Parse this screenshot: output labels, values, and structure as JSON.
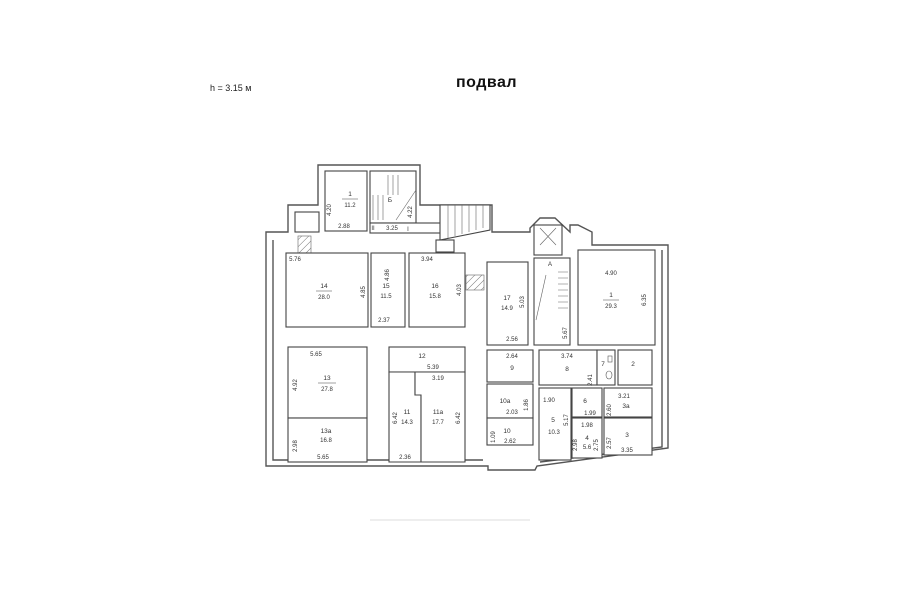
{
  "header": {
    "height_label": "h = 3.15 м",
    "title": "подвал"
  },
  "rooms": {
    "r1_top": {
      "num": "1",
      "area": "11.2",
      "d1": "4.20",
      "d2": "2.88"
    },
    "stair_b": {
      "label": "Б",
      "d1": "4.22"
    },
    "corridor": {
      "label": "I",
      "label2": "II",
      "d1": "3.25"
    },
    "r14": {
      "num": "14",
      "area": "28.0",
      "d1": "5.76",
      "d2": "4.85"
    },
    "r15": {
      "num": "15",
      "area": "11.5",
      "d1": "4.86",
      "d2": "2.37"
    },
    "r16": {
      "num": "16",
      "area": "15.8",
      "d1": "3.94",
      "d2": "4.03"
    },
    "r17": {
      "num": "17",
      "area": "14.9",
      "d1": "5.03",
      "d2": "2.56"
    },
    "stair_a": {
      "label": "A",
      "d1": "5.67"
    },
    "r1": {
      "num": "1",
      "area": "29.3",
      "d1": "4.90",
      "d2": "6.35"
    },
    "r13": {
      "num": "13",
      "area": "27.8",
      "d1": "5.65",
      "d2": "4.92"
    },
    "r13a": {
      "num": "13а",
      "area": "16.8",
      "d1": "2.98",
      "d2": "5.65"
    },
    "r12": {
      "num": "12",
      "d1": "5.39"
    },
    "r11": {
      "num": "11",
      "area": "14.3",
      "d1": "6.42",
      "d2": "2.36"
    },
    "r11a": {
      "num": "11а",
      "area": "17.7",
      "d1": "3.19",
      "d2": "6.42"
    },
    "r9": {
      "num": "9",
      "d1": "2.64"
    },
    "r10a": {
      "num": "10а",
      "d1": "2.03",
      "d2": "1.86"
    },
    "r10": {
      "num": "10",
      "d1": "2.62",
      "d2": "1.09"
    },
    "r8": {
      "num": "8",
      "d1": "3.74",
      "d2": "2.41"
    },
    "r7": {
      "num": "7"
    },
    "r2": {
      "num": "2"
    },
    "r5": {
      "num": "5",
      "area": "10.3",
      "d1": "1.90",
      "d2": "5.17"
    },
    "r6": {
      "num": "6",
      "d1": "1.99",
      "d2": "1.98"
    },
    "r4": {
      "num": "4",
      "area": "5.6",
      "d1": "2.98",
      "d2": "2.75"
    },
    "r3a": {
      "num": "3а",
      "d1": "3.21",
      "d2": "2.60"
    },
    "r3": {
      "num": "3",
      "d1": "2.57",
      "d2": "3.35"
    }
  }
}
